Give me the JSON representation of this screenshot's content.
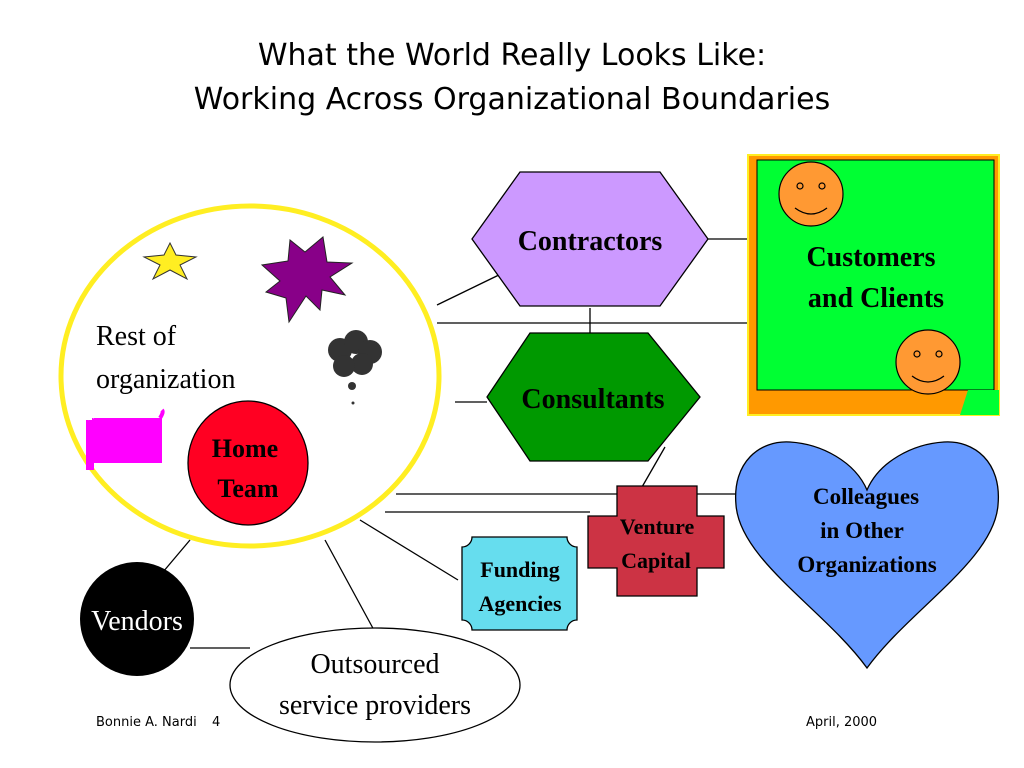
{
  "title": {
    "line1": "What the World Really Looks Like:",
    "line2": "Working Across Organizational Boundaries"
  },
  "labels": {
    "rest_of_org_1": "Rest of",
    "rest_of_org_2": "organization",
    "home_team_1": "Home",
    "home_team_2": "Team",
    "contractors": "Contractors",
    "consultants": "Consultants",
    "customers_1": "Customers",
    "customers_2": "and Clients",
    "colleagues_1": "Colleagues",
    "colleagues_2": "in Other",
    "colleagues_3": "Organizations",
    "venture_1": "Venture",
    "venture_2": "Capital",
    "funding_1": "Funding",
    "funding_2": "Agencies",
    "vendors": "Vendors",
    "outsourced_1": "Outsourced",
    "outsourced_2": "service providers"
  },
  "footer": {
    "author": "Bonnie A. Nardi",
    "page": "4",
    "date": "April, 2000"
  },
  "colors": {
    "org_circle_border": "#ffee22",
    "home_team": "#ff0022",
    "contractors": "#cc99ff",
    "consultants": "#009900",
    "customers_panel": "#00ff33",
    "customers_frame": "#ff9900",
    "smiley": "#ff9933",
    "colleagues_heart": "#6699ff",
    "venture_cross": "#cc3344",
    "funding": "#66ddee",
    "vendors": "#000000",
    "star": "#ffee22",
    "starburst": "#880088",
    "cloud": "#333333",
    "scroll": "#ff00ff"
  }
}
